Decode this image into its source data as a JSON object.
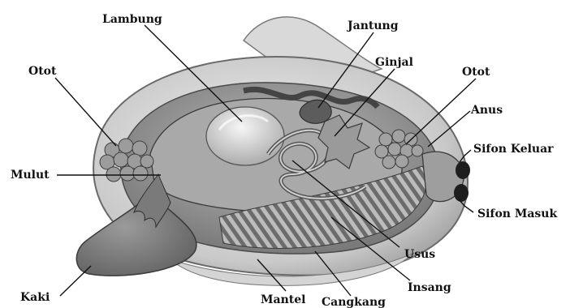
{
  "labels": {
    "lambung": "Lambung",
    "jantung": "Jantung",
    "ginjal": "Ginjal",
    "otot_left": "Otot",
    "otot_right": "Otot",
    "anus": "Anus",
    "sifon_keluar": "Sifon Keluar",
    "mulut": "Mulut",
    "sifon_masuk": "Sifon Masuk",
    "usus": "Usus",
    "insang": "Insang",
    "kaki": "Kaki",
    "mantel": "Mantel",
    "cangkang": "Cangkang"
  }
}
